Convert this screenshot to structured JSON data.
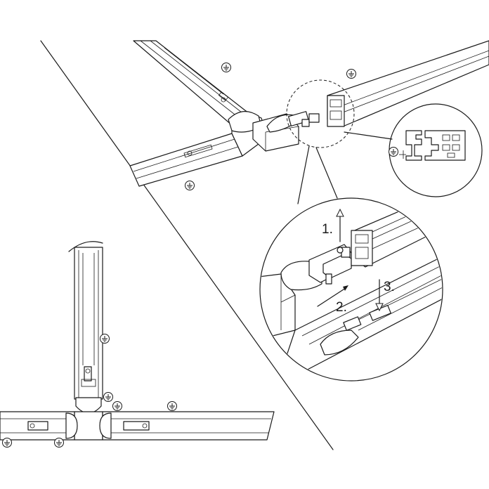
{
  "steps": [
    "1.",
    "2.",
    "3."
  ],
  "icons": {
    "ground": "ground-symbol-icon",
    "ground_count": 10
  },
  "colors": {
    "ink": "#1a1a1a",
    "paper": "#ffffff"
  }
}
